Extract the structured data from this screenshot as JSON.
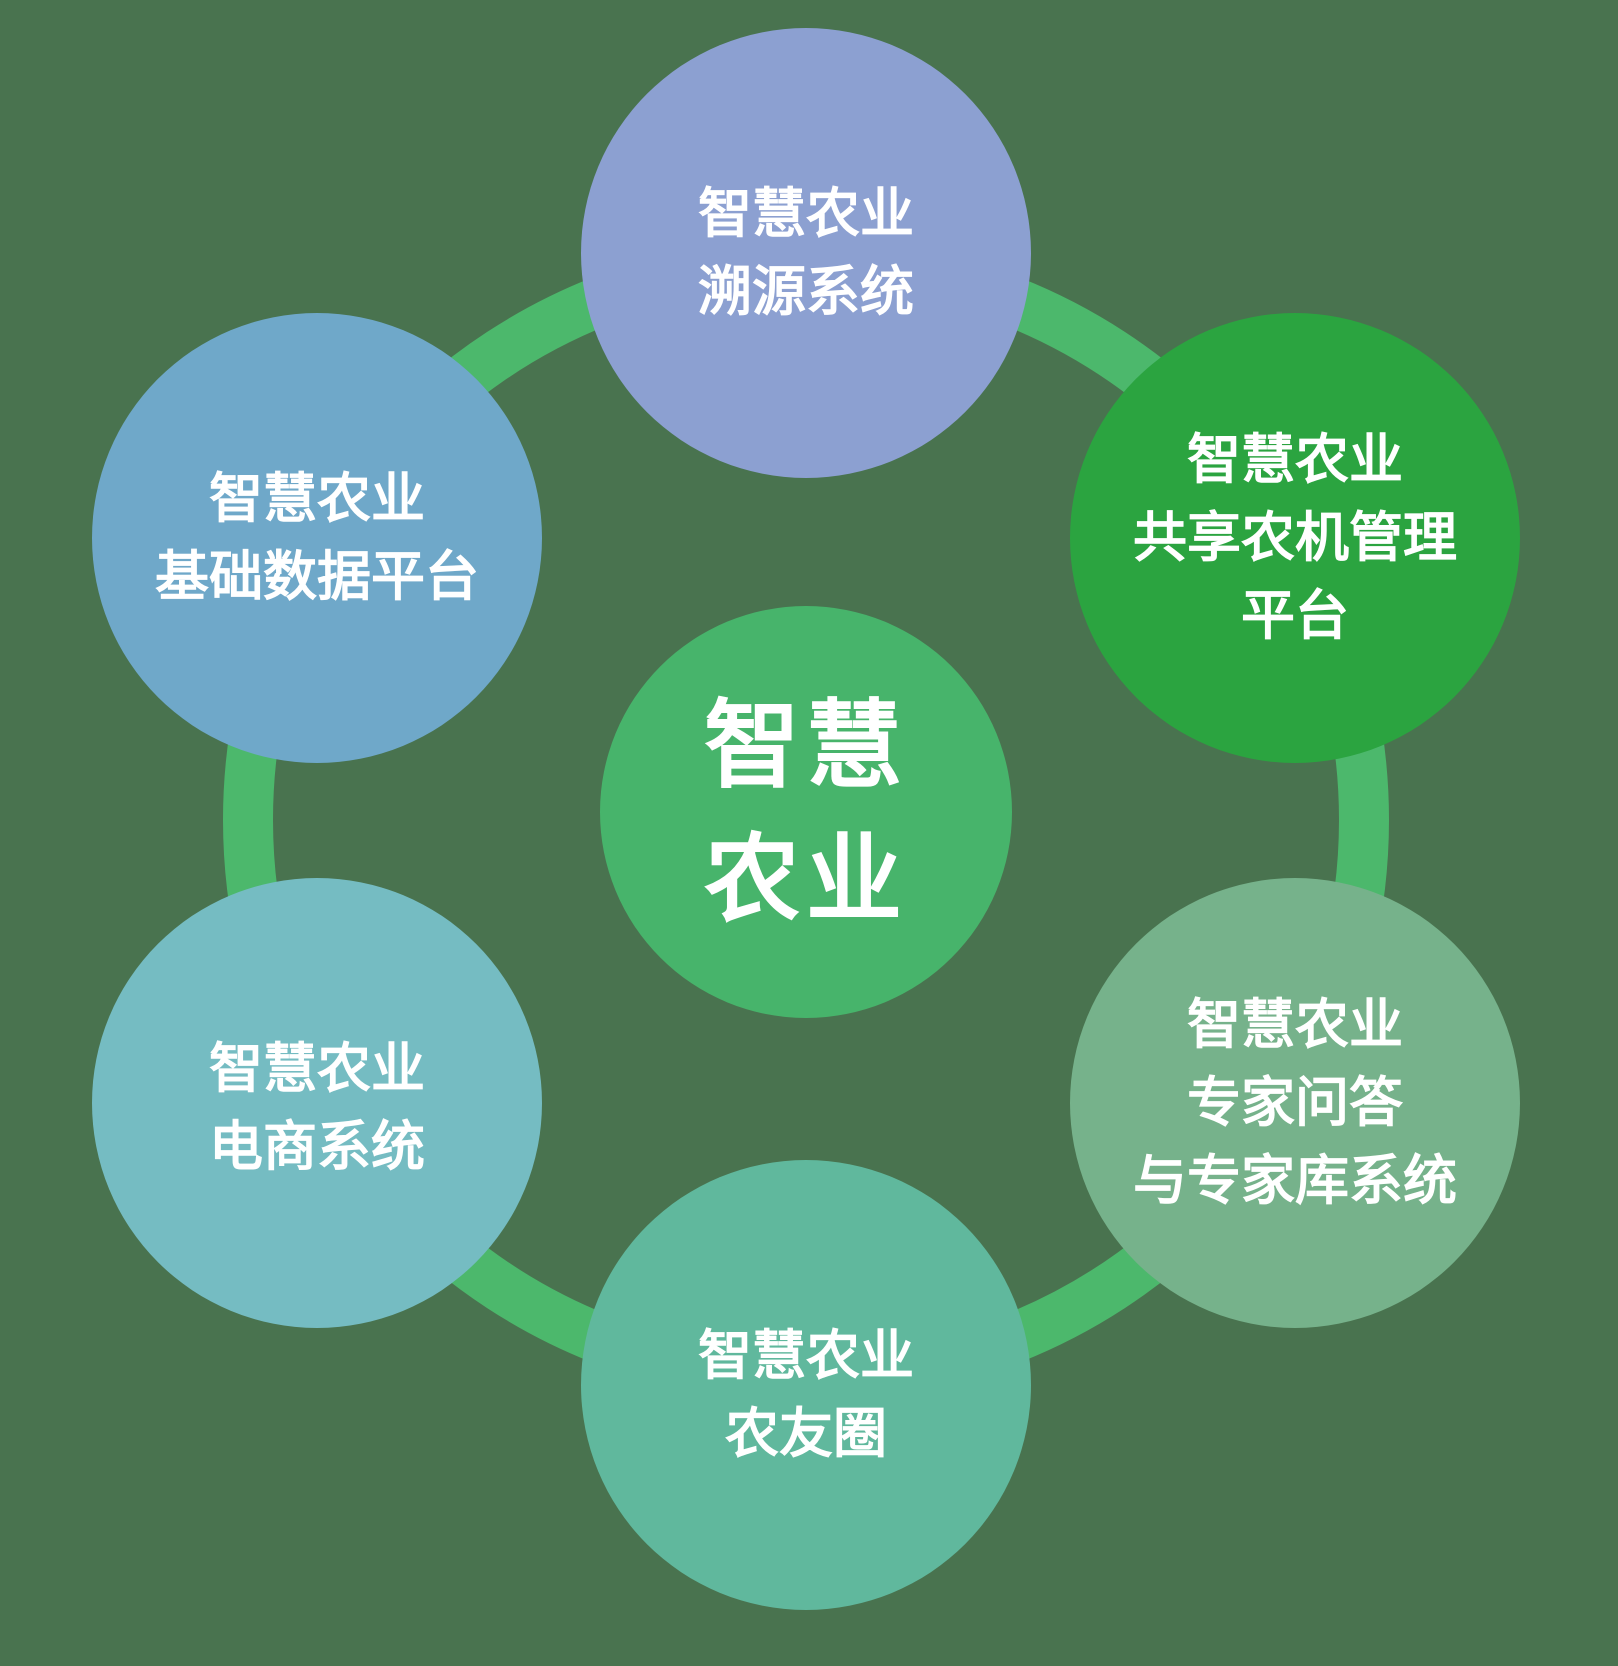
{
  "background_color": "#49734F",
  "ring_color": "#4CB86C",
  "text_color": "#FFFFFF",
  "center_node": {
    "color": "#47B46B",
    "lines": [
      "智慧",
      "农业"
    ]
  },
  "nodes": [
    {
      "name": "traceability-system",
      "color": "#8CA0D1",
      "lines": [
        "智慧农业",
        "溯源系统"
      ]
    },
    {
      "name": "shared-machinery-platform",
      "color": "#2BA440",
      "lines": [
        "智慧农业",
        "共享农机管理",
        "平台"
      ]
    },
    {
      "name": "expert-qa-database-system",
      "color": "#76B28B",
      "lines": [
        "智慧农业",
        "专家问答",
        "与专家库系统"
      ]
    },
    {
      "name": "farmer-friends-circle",
      "color": "#60B89D",
      "lines": [
        "智慧农业",
        "农友圈"
      ]
    },
    {
      "name": "ecommerce-system",
      "color": "#75BCC2",
      "lines": [
        "智慧农业",
        "电商系统"
      ]
    },
    {
      "name": "basic-data-platform",
      "color": "#6FA8C9",
      "lines": [
        "智慧农业",
        "基础数据平台"
      ]
    }
  ]
}
